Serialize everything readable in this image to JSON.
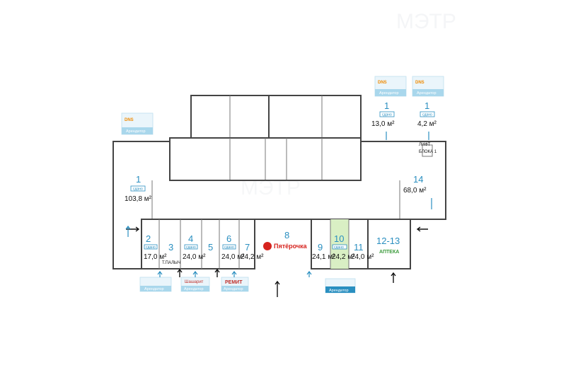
{
  "watermark": "МЭТР",
  "lift_label_line1": "ЛИФТ",
  "lift_label_line2": "БЛОКА 1",
  "status_rented": "сдано",
  "tenant_label": "Арендатор",
  "units": [
    {
      "id": "u1",
      "num": "1",
      "area": "103,8 м²",
      "status": "сдано"
    },
    {
      "id": "u1b",
      "num": "1",
      "area": "13,0 м²",
      "status": "сдано"
    },
    {
      "id": "u1c",
      "num": "1",
      "area": "4,2 м²",
      "status": "сдано"
    },
    {
      "id": "u2",
      "num": "2",
      "area": "17,0 м²",
      "status": "сдано"
    },
    {
      "id": "u3",
      "num": "3",
      "area": "",
      "status": ""
    },
    {
      "id": "u4",
      "num": "4",
      "area": "24,0 м²",
      "status": "сдано"
    },
    {
      "id": "u5",
      "num": "5",
      "area": "",
      "status": ""
    },
    {
      "id": "u6",
      "num": "6",
      "area": "24,0 м²",
      "status": "сдано"
    },
    {
      "id": "u7",
      "num": "7",
      "area": "24,2 м²",
      "status": ""
    },
    {
      "id": "u8",
      "num": "8",
      "area": "",
      "status": ""
    },
    {
      "id": "u9",
      "num": "9",
      "area": "24,1 м²",
      "status": ""
    },
    {
      "id": "u10",
      "num": "10",
      "area": "24,2 м²",
      "status": "сдано"
    },
    {
      "id": "u11",
      "num": "11",
      "area": "24,0 м²",
      "status": ""
    },
    {
      "id": "u1213",
      "num": "12-13",
      "area": "",
      "status": ""
    },
    {
      "id": "u14",
      "num": "14",
      "area": "68,0 м²",
      "status": ""
    }
  ],
  "brands": {
    "dns": "DNS",
    "pyaterochka": "Пятёрочка",
    "apteka": "АПТЕКА",
    "remit": "РЕМИТ",
    "sharapov": "Шашарит",
    "tpalych": "Т.ПАЛЫЧ"
  },
  "colors": {
    "accent": "#2a8fc0",
    "highlight_unit": "#d9efc4",
    "pyaterochka_red": "#d6231e",
    "apteka_green": "#3a9a3a"
  }
}
